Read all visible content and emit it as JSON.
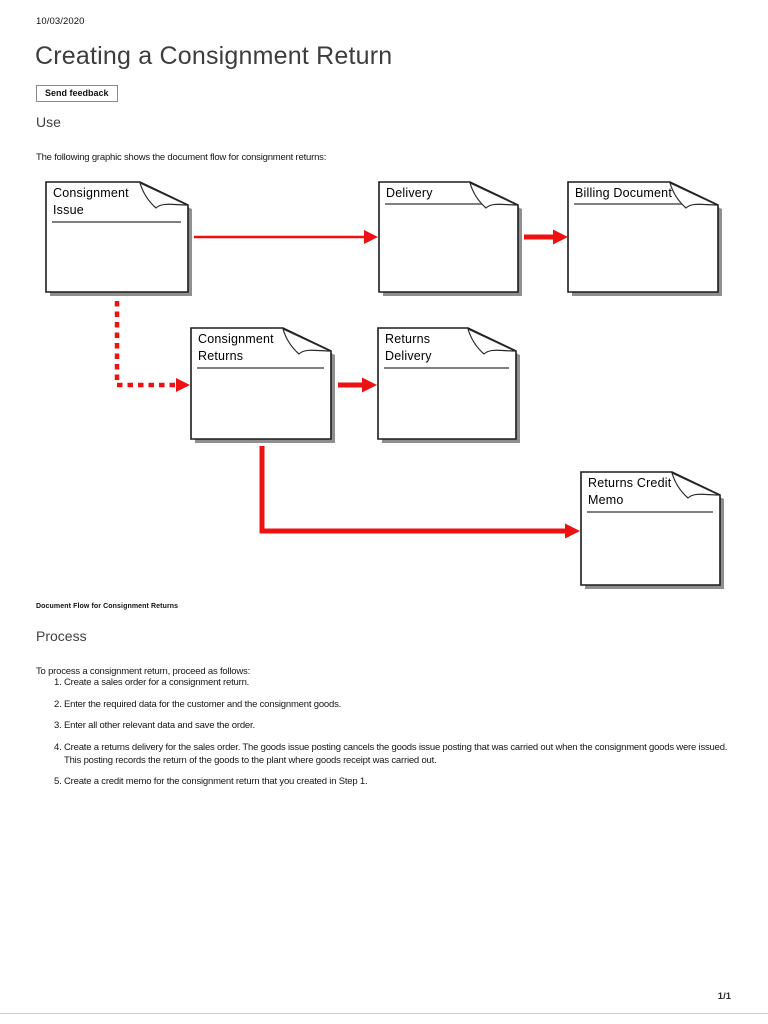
{
  "page": {
    "date": "10/03/2020",
    "title": "Creating a Consignment Return",
    "feedback_button": "Send feedback",
    "page_indicator": "1/1"
  },
  "use_section": {
    "heading": "Use",
    "intro": "The following graphic shows the document flow for consignment returns:"
  },
  "diagram": {
    "caption": "Document Flow for Consignment Returns",
    "arrow_color": "#ee1111",
    "box_icon": "document-page-curl-icon",
    "boxes": [
      {
        "id": "consignment-issue",
        "lines": [
          "Consignment",
          "Issue"
        ]
      },
      {
        "id": "delivery",
        "lines": [
          "Delivery"
        ]
      },
      {
        "id": "billing-document",
        "lines": [
          "Billing Document"
        ]
      },
      {
        "id": "consignment-returns",
        "lines": [
          "Consignment",
          "Returns"
        ]
      },
      {
        "id": "returns-delivery",
        "lines": [
          "Returns",
          "Delivery"
        ]
      },
      {
        "id": "returns-credit-memo",
        "lines": [
          "Returns Credit",
          "Memo"
        ]
      }
    ],
    "arrows": [
      {
        "from": "consignment-issue",
        "to": "delivery",
        "style": "solid"
      },
      {
        "from": "delivery",
        "to": "billing-document",
        "style": "solid"
      },
      {
        "from": "consignment-issue",
        "to": "consignment-returns",
        "style": "dashed"
      },
      {
        "from": "consignment-returns",
        "to": "returns-delivery",
        "style": "solid"
      },
      {
        "from": "consignment-returns",
        "to": "returns-credit-memo",
        "style": "solid"
      }
    ]
  },
  "process_section": {
    "heading": "Process",
    "intro": "To process a consignment return, proceed as follows:",
    "steps": [
      "Create a sales order for a consignment return.",
      "Enter the required data for the customer and the consignment goods.",
      "Enter all other relevant data and save the order.",
      "Create a returns delivery for the sales order. The goods issue posting cancels the goods issue posting that was carried out when the consignment goods were issued. This posting records the return of the goods to the plant where goods receipt was carried out.",
      "Create a credit memo for the consignment return that you created in Step 1."
    ]
  }
}
